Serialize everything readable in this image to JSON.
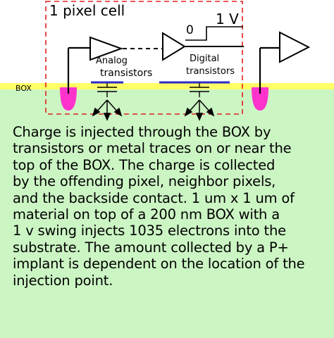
{
  "diagram": {
    "cell_label": "1 pixel cell",
    "voltage_label": "1 V",
    "zero_label": "0",
    "analog_label_line1": "Analog",
    "analog_label_line2": "transistors",
    "digital_label_line1": "Digital",
    "digital_label_line2": "transistors",
    "box_label": "BOX"
  },
  "description_lines": [
    "Charge is injected through the BOX by",
    "transistors or metal traces on or near the",
    "top of the BOX.  The charge is collected",
    "by the offending pixel, neighbor pixels,",
    "and the backside contact. 1 um x 1 um of",
    "material on top of a 200 nm BOX with a",
    "1 v swing injects 1035 electrons into the",
    "substrate.  The amount collected by a P+",
    "implant is dependent on the location of the",
    "injection point."
  ],
  "colors": {
    "substrate": "#ccf5c4",
    "box_layer": "#ffff66",
    "implant": "#ff33cc",
    "cell_border": "#e0201c",
    "gate_line": "#2c2cc8"
  }
}
